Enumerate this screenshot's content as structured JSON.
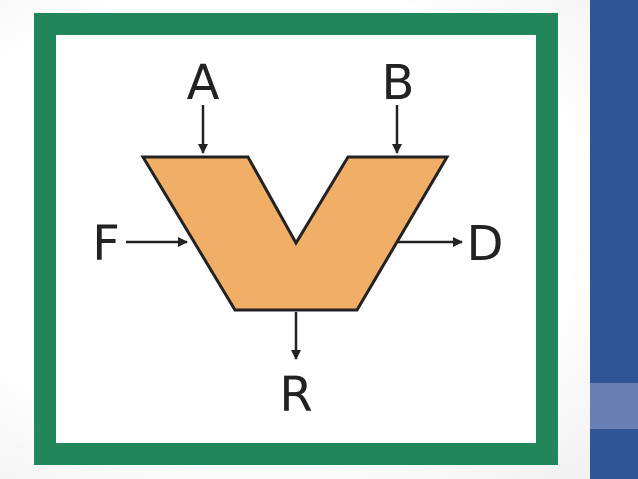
{
  "colors": {
    "frame": "#21875a",
    "side_panel": "#2f5597",
    "side_accent": "#6a80b4",
    "alu_fill": "#f0ae66",
    "stroke": "#222222"
  },
  "diagram": {
    "inputs": {
      "a": "A",
      "b": "B",
      "f": "F"
    },
    "outputs": {
      "d": "D",
      "r": "R"
    }
  }
}
